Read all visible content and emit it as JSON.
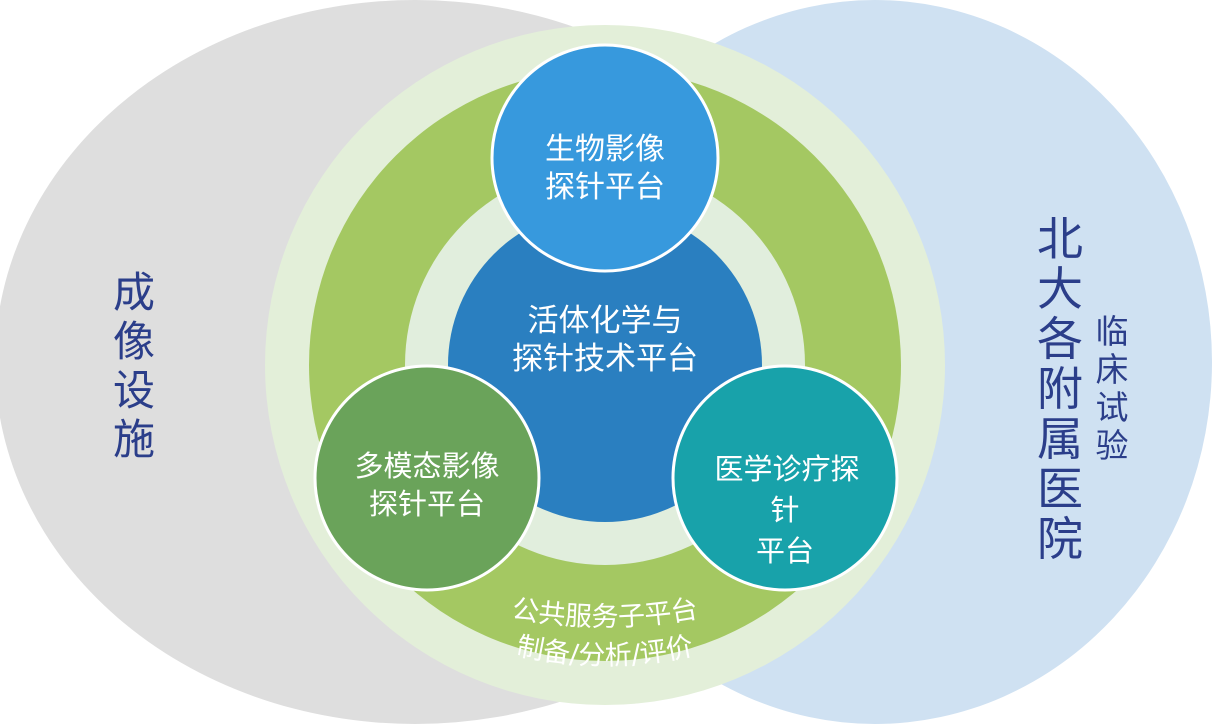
{
  "left_region": {
    "label": [
      "成",
      "像",
      "设",
      "施"
    ]
  },
  "right_region": {
    "label": [
      "北",
      "大",
      "各",
      "附",
      "属",
      "医",
      "院"
    ],
    "sub_label": [
      "临",
      "床",
      "试",
      "验"
    ]
  },
  "center_platform": {
    "lines": [
      "活体化学与",
      "探针技术平台"
    ]
  },
  "top_platform": {
    "lines": [
      "生物影像",
      "探针平台"
    ]
  },
  "left_platform": {
    "lines": [
      "多模态影像",
      "探针平台"
    ]
  },
  "right_platform": {
    "lines": [
      "医学诊疗探",
      "针",
      "平台"
    ]
  },
  "ring_platform": {
    "lines": [
      "公共服务子平台",
      "制备/分析/评价"
    ]
  },
  "colors": {
    "left_region": "#dedede",
    "right_region": "#cfe1f2",
    "outer_ring": "#e3efd9",
    "green_ring": "#a4c862",
    "inner_ring": "#e1eedd",
    "center": "#2a7fc0",
    "top": "#3799dd",
    "left": "#6aa35a",
    "right": "#18a2aa",
    "region_text": "#2b3e8a"
  }
}
